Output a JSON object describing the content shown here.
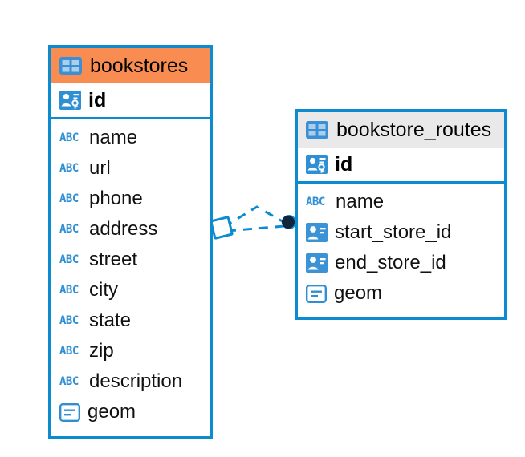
{
  "diagram": {
    "type": "entity-relationship-diagram",
    "background_color": "#ffffff",
    "accent_color": "#0c8ccf",
    "highlight_color": "#f98d51",
    "neutral_header_color": "#e9e9e9"
  },
  "entities": [
    {
      "name": "bookstores",
      "header_style": "accent",
      "table_icon": "table-icon",
      "primary_key": {
        "label": "id",
        "icon": "primary-key-icon"
      },
      "fields": [
        {
          "label": "name",
          "icon": "abc-icon",
          "type_hint": "ABC"
        },
        {
          "label": "url",
          "icon": "abc-icon",
          "type_hint": "ABC"
        },
        {
          "label": "phone",
          "icon": "abc-icon",
          "type_hint": "ABC"
        },
        {
          "label": "address",
          "icon": "abc-icon",
          "type_hint": "ABC"
        },
        {
          "label": "street",
          "icon": "abc-icon",
          "type_hint": "ABC"
        },
        {
          "label": "city",
          "icon": "abc-icon",
          "type_hint": "ABC"
        },
        {
          "label": "state",
          "icon": "abc-icon",
          "type_hint": "ABC"
        },
        {
          "label": "zip",
          "icon": "abc-icon",
          "type_hint": "ABC"
        },
        {
          "label": "description",
          "icon": "abc-icon",
          "type_hint": "ABC"
        },
        {
          "label": "geom",
          "icon": "geometry-icon",
          "type_hint": "geometry"
        }
      ]
    },
    {
      "name": "bookstore_routes",
      "header_style": "neutral",
      "table_icon": "table-icon",
      "primary_key": {
        "label": "id",
        "icon": "primary-key-icon"
      },
      "fields": [
        {
          "label": "name",
          "icon": "abc-icon",
          "type_hint": "ABC"
        },
        {
          "label": "start_store_id",
          "icon": "foreign-key-icon",
          "type_hint": "reference"
        },
        {
          "label": "end_store_id",
          "icon": "foreign-key-icon",
          "type_hint": "reference"
        },
        {
          "label": "geom",
          "icon": "geometry-icon",
          "type_hint": "geometry"
        }
      ]
    }
  ],
  "relationship": {
    "source_entity": "bookstores",
    "target_entity": "bookstore_routes",
    "source_marker": "diamond-marker",
    "target_marker": "filled-circle-marker",
    "line_style": "dashed",
    "line_color": "#0c8ccf"
  }
}
